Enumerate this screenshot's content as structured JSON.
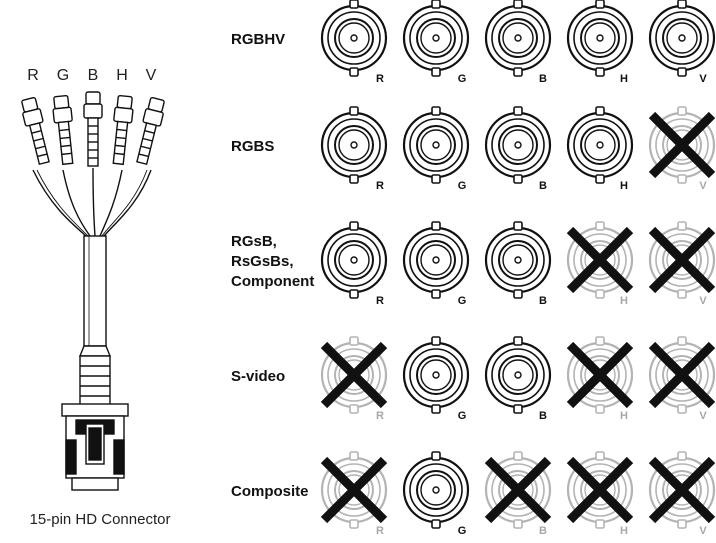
{
  "cable": {
    "pin_letters": [
      "R",
      "G",
      "B",
      "H",
      "V"
    ],
    "caption": "15-pin HD Connector"
  },
  "rows": [
    {
      "label_lines": [
        "RGBHV"
      ],
      "connectors": [
        {
          "label": "R",
          "active": true
        },
        {
          "label": "G",
          "active": true
        },
        {
          "label": "B",
          "active": true
        },
        {
          "label": "H",
          "active": true
        },
        {
          "label": "V",
          "active": true
        }
      ]
    },
    {
      "label_lines": [
        "RGBS"
      ],
      "connectors": [
        {
          "label": "R",
          "active": true
        },
        {
          "label": "G",
          "active": true
        },
        {
          "label": "B",
          "active": true
        },
        {
          "label": "H",
          "active": true
        },
        {
          "label": "V",
          "active": false
        }
      ]
    },
    {
      "label_lines": [
        "RGsB,",
        "RsGsBs,",
        "Component"
      ],
      "connectors": [
        {
          "label": "R",
          "active": true
        },
        {
          "label": "G",
          "active": true
        },
        {
          "label": "B",
          "active": true
        },
        {
          "label": "H",
          "active": false
        },
        {
          "label": "V",
          "active": false
        }
      ]
    },
    {
      "label_lines": [
        "S-video"
      ],
      "connectors": [
        {
          "label": "R",
          "active": false
        },
        {
          "label": "G",
          "active": true
        },
        {
          "label": "B",
          "active": true
        },
        {
          "label": "H",
          "active": false
        },
        {
          "label": "V",
          "active": false
        }
      ]
    },
    {
      "label_lines": [
        "Composite"
      ],
      "connectors": [
        {
          "label": "R",
          "active": false
        },
        {
          "label": "G",
          "active": true
        },
        {
          "label": "B",
          "active": false
        },
        {
          "label": "H",
          "active": false
        },
        {
          "label": "V",
          "active": false
        }
      ]
    }
  ],
  "colors": {
    "active_stroke": "#111111",
    "inactive_stroke": "#b3b3b3",
    "cross": "#111111",
    "inactive_label": "#a8a8a8"
  }
}
